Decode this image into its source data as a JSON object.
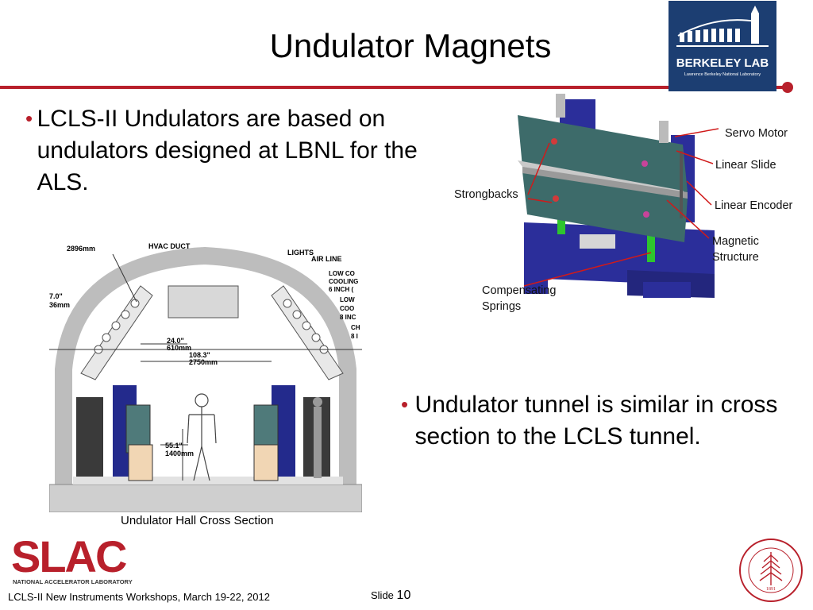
{
  "slide": {
    "title": "Undulator Magnets",
    "bullets": [
      "LCLS-II Undulators are based on undulators designed at LBNL for the ALS.",
      "Undulator tunnel is similar in cross section to the LCLS tunnel."
    ],
    "bullet_char": "•"
  },
  "figure_right": {
    "labels": {
      "servo_motor": "Servo Motor",
      "linear_slide": "Linear Slide",
      "linear_encoder": "Linear Encoder",
      "magnetic_structure_1": "Magnetic",
      "magnetic_structure_2": "Structure",
      "strongbacks": "Strongbacks",
      "compensating_1": "Compensating",
      "compensating_2": "Springs"
    }
  },
  "figure_left": {
    "caption": "Undulator Hall Cross Section",
    "dims": {
      "top_mm": "2896mm",
      "hvac": "HVAC DUCT",
      "lights": "LIGHTS",
      "air_line": "AIR LINE",
      "low_co": "LOW CO",
      "cooling": "COOLING",
      "six_inch": "6 INCH (",
      "low": "LOW",
      "coo": "COO",
      "eight_inc": "8 INC",
      "ch": "CH",
      "eight_i": "8 I",
      "left_in": "7.0\"",
      "left_mm": "36mm",
      "w1_in": "24.0\"",
      "w1_mm": "610mm",
      "w2_in": "108.3\"",
      "w2_mm": "2750mm",
      "h_in": "55.1\"",
      "h_mm": "1400mm"
    }
  },
  "logos": {
    "lbnl_name": "BERKELEY LAB",
    "lbnl_sub": "Lawrence Berkeley National Laboratory",
    "slac_name": "SLAC",
    "slac_sub": "NATIONAL ACCELERATOR LABORATORY",
    "seal_year": "1891"
  },
  "footer": {
    "event": "LCLS-II New Instruments Workshops, March 19-22, 2012",
    "slide_label": "Slide",
    "slide_number": "10"
  },
  "colors": {
    "accent": "#b8202b",
    "lbnl_blue": "#1c3e72",
    "undulator_teal": "#3d6b6a",
    "frame_blue": "#2b2e9a"
  }
}
